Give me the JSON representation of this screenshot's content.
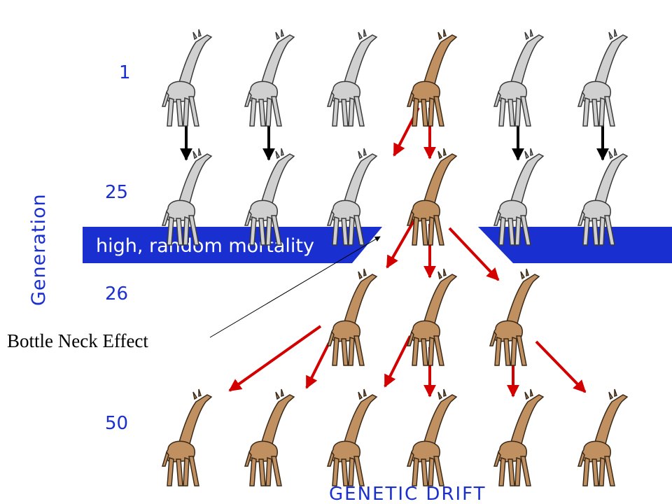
{
  "diagram": {
    "axis_label": "Generation",
    "generations": [
      "1",
      "25",
      "26",
      "50"
    ],
    "band_text": "high, random mortality",
    "callout": "Bottle Neck Effect",
    "title": "GENETIC DRIFT",
    "colors": {
      "blue": "#1a2fd0",
      "gray_giraffe": "#d0d0d0",
      "brown_giraffe": "#c09060",
      "red_arrow": "#d40000",
      "black_arrow": "#000000"
    },
    "rows": [
      {
        "generation": "1",
        "individuals": [
          "gray",
          "gray",
          "gray",
          "brown",
          "gray",
          "gray"
        ]
      },
      {
        "generation": "25",
        "individuals": [
          "gray",
          "gray",
          "gray",
          "brown",
          "gray",
          "gray"
        ]
      },
      {
        "generation": "26",
        "individuals": [
          "brown",
          "brown",
          "brown"
        ]
      },
      {
        "generation": "50",
        "individuals": [
          "brown",
          "brown",
          "brown",
          "brown",
          "brown",
          "brown"
        ]
      }
    ]
  }
}
